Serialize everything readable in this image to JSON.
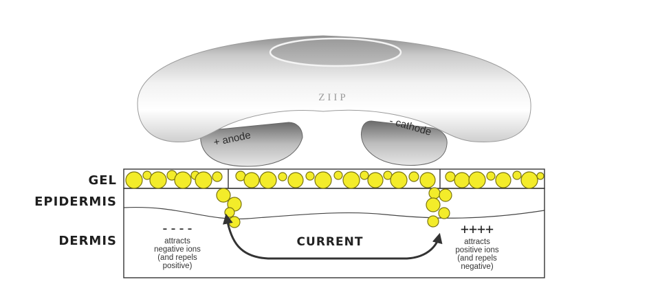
{
  "device": {
    "brand": "ZIIP",
    "anode_label": "+ anode",
    "cathode_label": "- cathode"
  },
  "layers": {
    "gel": "GEL",
    "epidermis": "EPIDERMIS",
    "dermis": "DERMIS"
  },
  "current_label": "CURRENT",
  "left_note": {
    "sign": "----",
    "lines": [
      "attracts",
      "negative ions",
      "(and repels",
      "positive)"
    ]
  },
  "right_note": {
    "sign": "++++",
    "lines": [
      "attracts",
      "positive ions",
      "(and repels",
      "negative)"
    ]
  },
  "colors": {
    "bead": "#f3ec2a",
    "bead_stroke": "#7a7410",
    "outline": "#333333"
  }
}
